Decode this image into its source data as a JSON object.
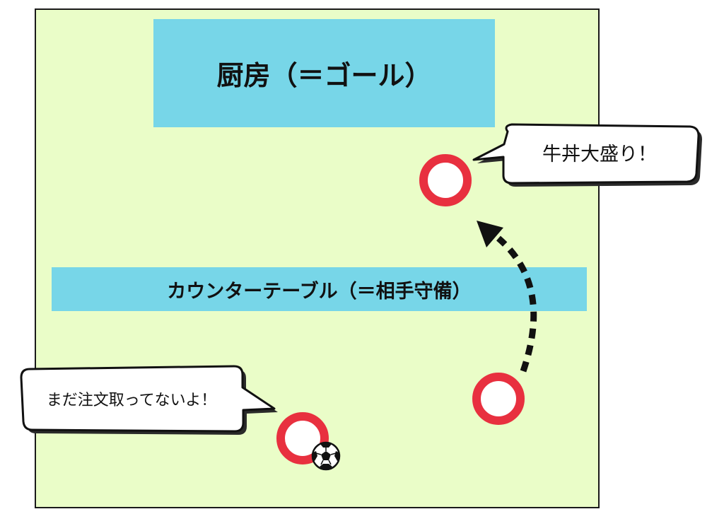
{
  "zones": {
    "kitchen_label": "厨房（＝ゴール）",
    "counter_label": "カウンターテーブル（＝相手守備）"
  },
  "bubbles": {
    "top_right": "牛丼大盛り！",
    "bottom_left": "まだ注文取ってないよ！"
  },
  "icons": {
    "ball": "soccer-ball-icon",
    "player": "player-ring-icon",
    "arrow": "dashed-curved-arrow-icon"
  },
  "colors": {
    "field": "#eafdc8",
    "zone": "#77d6e8",
    "player_ring": "#e8303f",
    "outline": "#1a1a1a"
  }
}
